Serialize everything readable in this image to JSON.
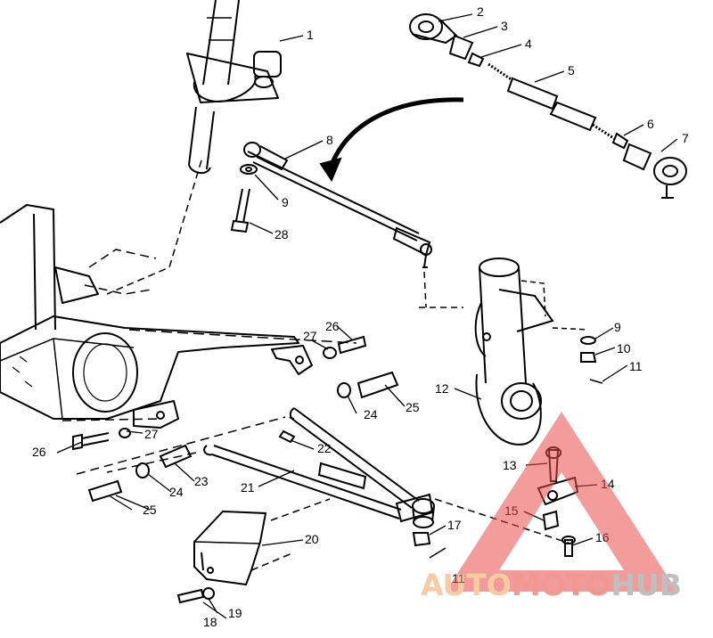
{
  "diagram": {
    "callouts": [
      {
        "id": "c1",
        "text": "1"
      },
      {
        "id": "c2",
        "text": "2"
      },
      {
        "id": "c3",
        "text": "3"
      },
      {
        "id": "c4",
        "text": "4"
      },
      {
        "id": "c5",
        "text": "5"
      },
      {
        "id": "c6",
        "text": "6"
      },
      {
        "id": "c7",
        "text": "7"
      },
      {
        "id": "c8",
        "text": "8"
      },
      {
        "id": "c9a",
        "text": "9"
      },
      {
        "id": "c9b",
        "text": "9"
      },
      {
        "id": "c10",
        "text": "10"
      },
      {
        "id": "c11a",
        "text": "11"
      },
      {
        "id": "c11b",
        "text": "11"
      },
      {
        "id": "c12",
        "text": "12"
      },
      {
        "id": "c13",
        "text": "13"
      },
      {
        "id": "c14",
        "text": "14"
      },
      {
        "id": "c15",
        "text": "15"
      },
      {
        "id": "c16",
        "text": "16"
      },
      {
        "id": "c17",
        "text": "17"
      },
      {
        "id": "c18",
        "text": "18"
      },
      {
        "id": "c19",
        "text": "19"
      },
      {
        "id": "c20",
        "text": "20"
      },
      {
        "id": "c21",
        "text": "21"
      },
      {
        "id": "c22",
        "text": "22"
      },
      {
        "id": "c23",
        "text": "23"
      },
      {
        "id": "c24a",
        "text": "24"
      },
      {
        "id": "c24b",
        "text": "24"
      },
      {
        "id": "c25a",
        "text": "25"
      },
      {
        "id": "c25b",
        "text": "25"
      },
      {
        "id": "c26a",
        "text": "26"
      },
      {
        "id": "c26b",
        "text": "26"
      },
      {
        "id": "c27a",
        "text": "27"
      },
      {
        "id": "c27b",
        "text": "27"
      },
      {
        "id": "c28",
        "text": "28"
      }
    ]
  },
  "watermark": {
    "part1": "AUTO",
    "part2": "MOTO",
    "part3": "HUB",
    "colors": {
      "orange": "#f4a15a",
      "red": "#e8433a",
      "gray": "#8c8c8c",
      "triangle": "#e84b4b"
    }
  }
}
